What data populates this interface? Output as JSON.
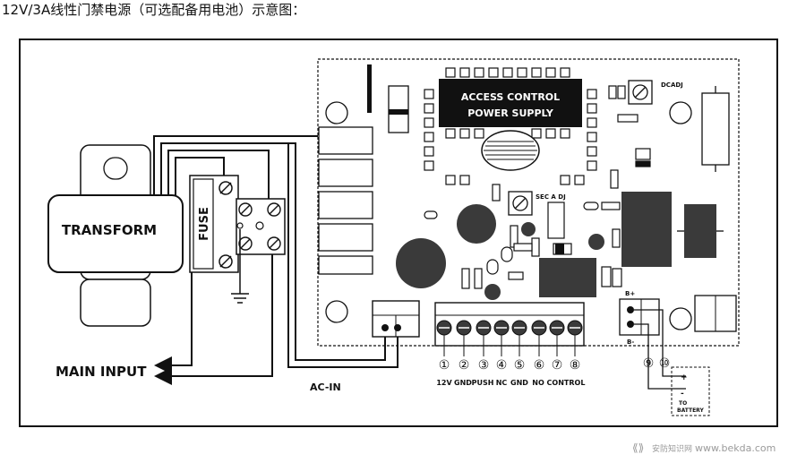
{
  "title": "12V/3A线性门禁电源（可选配备用电池）示意图：",
  "labels": {
    "transform": "TRANSFORM",
    "fuse": "FUSE",
    "main_input": "MAIN INPUT",
    "ac_in": "AC-IN",
    "access_control_line1": "ACCESS CONTROL",
    "access_control_line2": "POWER SUPPLY",
    "dcadj": "DCADJ",
    "secadj": "SEC A DJ",
    "b_plus": "B+",
    "b_minus": "B-",
    "to": "TO",
    "battery": "BATTERY",
    "battery_plus": "+",
    "battery_minus": "-"
  },
  "terminals": [
    {
      "num": "①",
      "label": "12V"
    },
    {
      "num": "②",
      "label": "GND"
    },
    {
      "num": "③",
      "label": "PUSH"
    },
    {
      "num": "④",
      "label": "NC"
    },
    {
      "num": "⑤",
      "label": "GND"
    },
    {
      "num": "⑥",
      "label": "NO"
    },
    {
      "num": "⑦",
      "label": "CONTROL"
    },
    {
      "num": "⑧",
      "label": ""
    }
  ],
  "battery_terminals": [
    {
      "num": "⑨"
    },
    {
      "num": "⑩"
    }
  ],
  "watermark": {
    "logo": "安防知识网",
    "site": "www.bekda.com"
  },
  "colors": {
    "line": "#111111",
    "dark_component": "#3a3a3a",
    "light_fill": "#ffffff"
  }
}
